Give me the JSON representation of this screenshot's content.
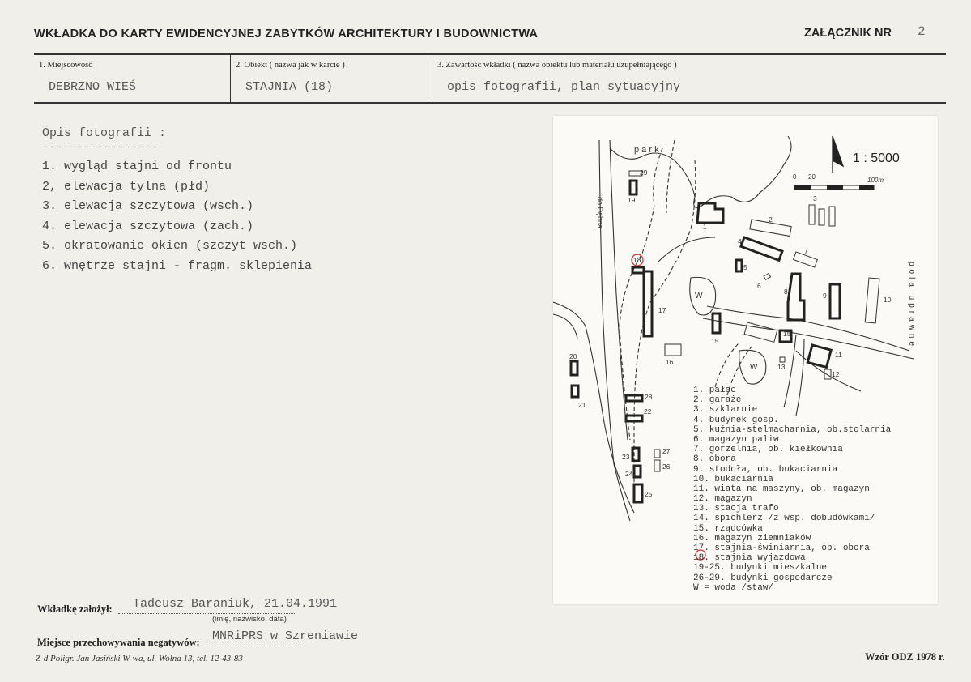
{
  "header": {
    "title": "WKŁADKA DO KARTY EWIDENCYJNEJ ZABYTKÓW ARCHITEKTURY I BUDOWNICTWA",
    "annex_label": "ZAŁĄCZNIK NR",
    "annex_number": "2"
  },
  "fields": [
    {
      "label": "1. Miejscowość",
      "value": "DEBRZNO WIEŚ"
    },
    {
      "label": "2. Obiekt ( nazwa jak w karcie )",
      "value": "STAJNIA (18)"
    },
    {
      "label": "3. Zawartość wkładki ( nazwa obiektu lub materiału uzupełniającego )",
      "value": "opis fotografii, plan sytuacyjny"
    }
  ],
  "photo_description": {
    "title": "Opis fotografii :",
    "underline": "-----------------",
    "items": [
      "1. wygląd stajni od frontu",
      "2, elewacja tylna (płd)",
      "3. elewacja szczytowa (wsch.)",
      "4. elewacja szczytowa (zach.)",
      "5. okratowanie okien (szczyt wsch.)",
      "6. wnętrze stajni - fragm. sklepienia"
    ]
  },
  "map": {
    "scale": "1 : 5000",
    "scale_marks": [
      "0",
      "20",
      "100m"
    ],
    "labels": {
      "park": "p a r k",
      "road": "do Dębna",
      "fields": "pola uprawne",
      "water": "W"
    },
    "building_numbers": [
      "1",
      "2",
      "3",
      "4",
      "5",
      "6",
      "7",
      "8",
      "9",
      "10",
      "11",
      "12",
      "13",
      "15",
      "15",
      "16",
      "17",
      "18",
      "19",
      "20",
      "21",
      "22",
      "23",
      "24",
      "25",
      "26",
      "27",
      "28",
      "29"
    ],
    "legend": [
      "1. pałac",
      "2. garaże",
      "3. szklarnie",
      "4. budynek gosp.",
      "5. kuźnia-stelmacharnia, ob.stolarnia",
      "6. magazyn paliw",
      "7. gorzelnia, ob. kiełkownia",
      "8. obora",
      "9. stodoła, ob. bukaciarnia",
      "10. bukaciarnia",
      "11. wiata na maszyny, ob. magazyn",
      "12. magazyn",
      "13. stacja trafo",
      "14. spichlerz /z wsp. dobudówkami/",
      "15. rządcówka",
      "16. magazyn ziemniaków",
      "17. stajnia-świniarnia, ob. obora",
      "18. stajnia wyjazdowa",
      "19-25. budynki mieszkalne",
      "26-29. budynki gospodarcze",
      "W = woda /staw/"
    ],
    "highlight_color": "#d2342c"
  },
  "footer": {
    "founded_label": "Wkładkę założył:",
    "founded_value": "Tadeusz Baraniuk, 21.04.1991",
    "founded_hint": "(imię, nazwisko, data)",
    "storage_label": "Miejsce przechowywania negatywów:",
    "storage_value": "MNRiPRS w Szreniawie",
    "printer": "Z-d Poligr. Jan Jasiński W-wa, ul. Wolna 13, tel. 12-43-83",
    "model": "Wzór ODZ 1978 r."
  }
}
